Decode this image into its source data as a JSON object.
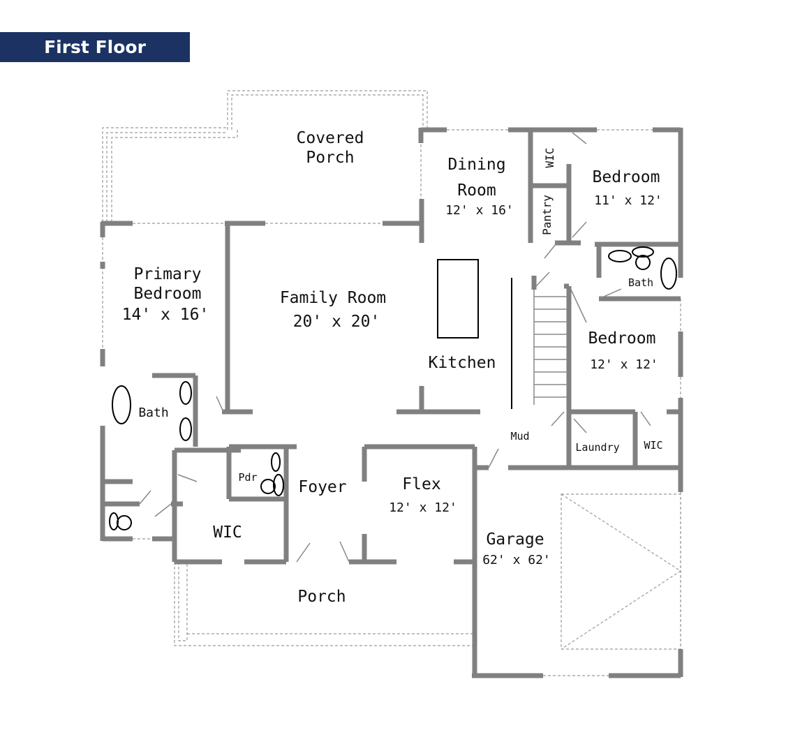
{
  "title": "First Floor",
  "rooms": {
    "covered_porch": [
      "Covered",
      "Porch"
    ],
    "dining": [
      "Dining",
      "Room",
      "12' x 16'"
    ],
    "wic_top": "WIC",
    "pantry": "Pantry",
    "bedroom1": [
      "Bedroom",
      "11' x 12'"
    ],
    "bath_right": "Bath",
    "primary": [
      "Primary",
      "Bedroom",
      "14' x 16'"
    ],
    "family": [
      "Family Room",
      "20' x 20'"
    ],
    "kitchen": "Kitchen",
    "bedroom2": [
      "Bedroom",
      "12' x 12'"
    ],
    "bath_left": "Bath",
    "mud": "Mud",
    "laundry": "Laundry",
    "wic_right": "WIC",
    "pdr": "Pdr",
    "foyer": "Foyer",
    "flex": [
      "Flex",
      "12' x 12'"
    ],
    "wic_left": "WIC",
    "garage": [
      "Garage",
      "62' x 62'"
    ],
    "porch": "Porch"
  }
}
